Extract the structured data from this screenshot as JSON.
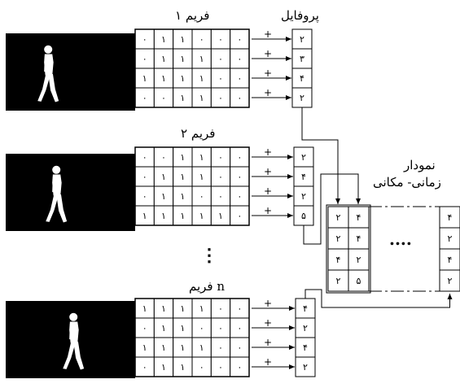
{
  "frames": [
    {
      "label": "فریم ۱",
      "rows": [
        [
          "۰",
          "۱",
          "۱",
          "۰",
          "۰",
          "۰"
        ],
        [
          "۰",
          "۱",
          "۱",
          "۱",
          "۰",
          "۰"
        ],
        [
          "۱",
          "۱",
          "۱",
          "۱",
          "۰",
          "۰"
        ],
        [
          "۰",
          "۰",
          "۱",
          "۱",
          "۰",
          "۰"
        ]
      ],
      "profile": [
        "۲",
        "۳",
        "۴",
        "۲"
      ]
    },
    {
      "label": "فریم ۲",
      "rows": [
        [
          "۰",
          "۰",
          "۱",
          "۱",
          "۰",
          "۰"
        ],
        [
          "۰",
          "۱",
          "۱",
          "۱",
          "۰",
          "۰"
        ],
        [
          "۰",
          "۱",
          "۱",
          "۰",
          "۰",
          "۰"
        ],
        [
          "۱",
          "۱",
          "۱",
          "۱",
          "۱",
          "۰"
        ]
      ],
      "profile": [
        "۲",
        "۴",
        "۲",
        "۵"
      ]
    },
    {
      "label": "فریم n",
      "rows": [
        [
          "۱",
          "۱",
          "۱",
          "۱",
          "۰",
          "۰"
        ],
        [
          "۰",
          "۱",
          "۱",
          "۰",
          "۰",
          "۰"
        ],
        [
          "۱",
          "۱",
          "۱",
          "۱",
          "۰",
          "۰"
        ],
        [
          "۰",
          "۱",
          "۱",
          "۰",
          "۰",
          "۰"
        ]
      ],
      "profile": [
        "۴",
        "۲",
        "۴",
        "۲"
      ]
    }
  ],
  "plus_sign": "+",
  "profile_label": "پروفایل",
  "vertical_ellipsis": "⋮",
  "spatiotemporal": {
    "title_line1": "نمودار",
    "title_line2": "زمانی- مکانی",
    "left_cols": [
      [
        "۲",
        "۲",
        "۴",
        "۲"
      ],
      [
        "۴",
        "۴",
        "۲",
        "۵"
      ]
    ],
    "right_col": [
      "۴",
      "۲",
      "۴",
      "۲"
    ],
    "ellipsis": "...."
  }
}
